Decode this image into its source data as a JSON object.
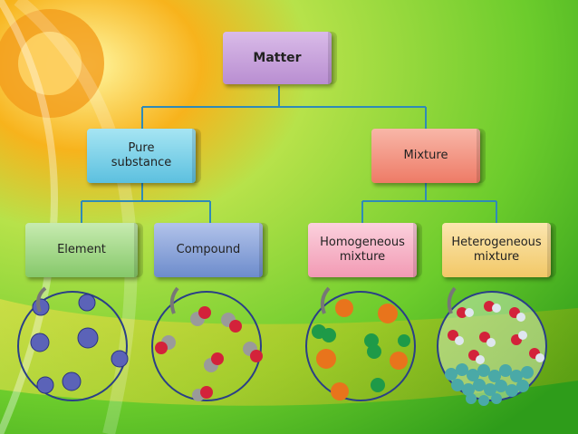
{
  "nodes": {
    "matter": "Matter",
    "pure_substance": "Pure substance",
    "mixture": "Mixture",
    "element": "Element",
    "compound": "Compound",
    "homogeneous": "Homogeneous mixture",
    "heterogeneous": "Heterogeneous mixture"
  },
  "colors": {
    "matter": "#c9a4dc",
    "pure_substance": "#7fd3ea",
    "mixture": "#f49a86",
    "element": "#a8d98a",
    "compound": "#8fa6d9",
    "homogeneous": "#f7b6c8",
    "heterogeneous": "#f6d98f",
    "connector": "#2f8ab8"
  }
}
